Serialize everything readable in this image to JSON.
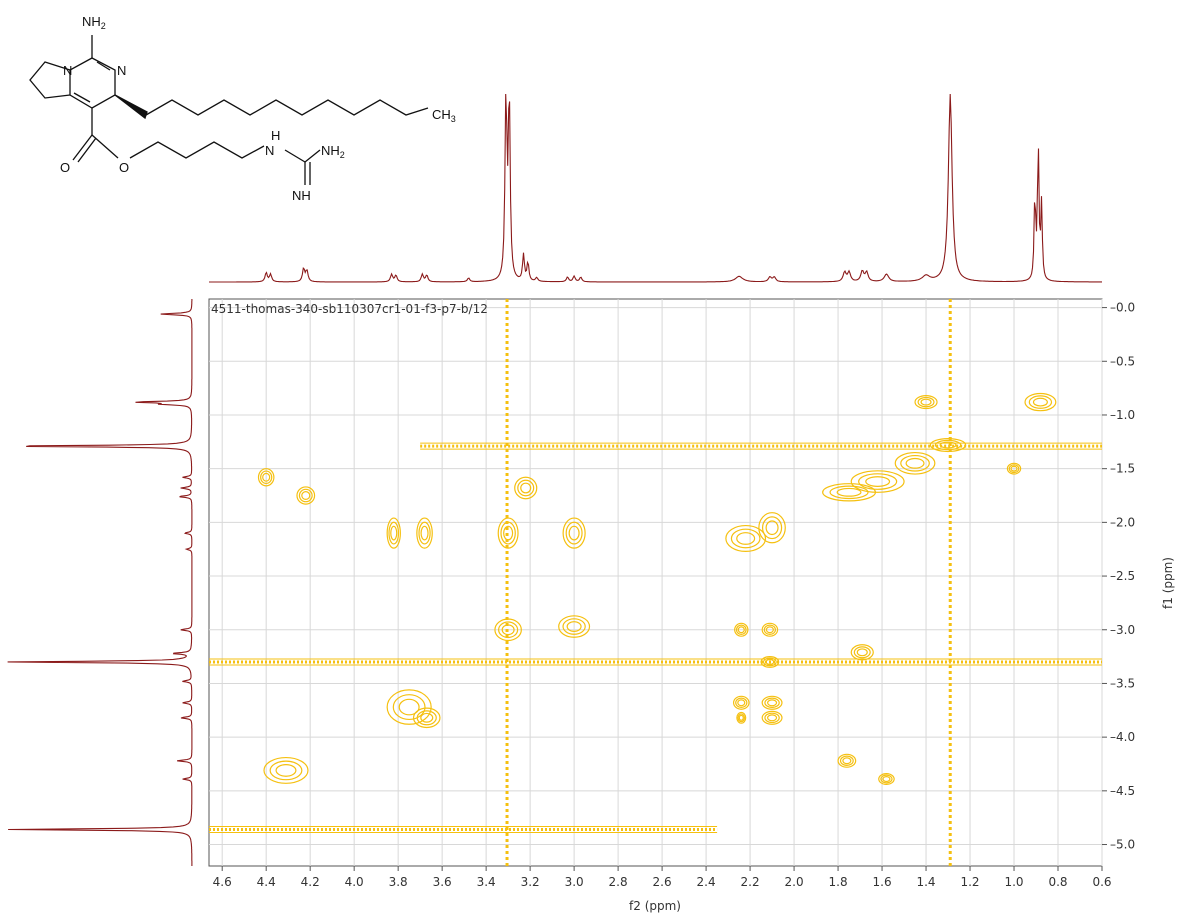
{
  "chart_data": {
    "type": "heatmap",
    "subtype": "2D NMR COSY contour plot with 1D projections",
    "sample_label": "4511-thomas-340-sb110307cr1-01-f3-p7-b/12",
    "xlabel": "f2 (ppm)",
    "ylabel": "f1 (ppm)",
    "xlim": [
      4.66,
      0.6
    ],
    "ylim": [
      5.2,
      -0.08
    ],
    "x_ticks": [
      4.6,
      4.4,
      4.2,
      4.0,
      3.8,
      3.6,
      3.4,
      3.2,
      3.0,
      2.8,
      2.6,
      2.4,
      2.2,
      2.0,
      1.8,
      1.6,
      1.4,
      1.2,
      1.0,
      0.8,
      0.6
    ],
    "x_tick_labels": [
      "4.6",
      "4.4",
      "4.2",
      "4.0",
      "3.8",
      "3.6",
      "3.4",
      "3.2",
      "3.0",
      "2.8",
      "2.6",
      "2.4",
      "2.2",
      "2.0",
      "1.8",
      "1.6",
      "1.4",
      "1.2",
      "1.0",
      "0.8",
      "0.6"
    ],
    "y_ticks": [
      0.0,
      0.5,
      1.0,
      1.5,
      2.0,
      2.5,
      3.0,
      3.5,
      4.0,
      4.5,
      5.0
    ],
    "y_tick_labels": [
      "0.0",
      "0.5",
      "1.0",
      "1.5",
      "2.0",
      "2.5",
      "3.0",
      "3.5",
      "4.0",
      "4.5",
      "5.0"
    ],
    "grid": true,
    "contour_color": "#f5c010",
    "projection_color": "#8b1a1a",
    "projection_peaks": [
      {
        "ppm": 4.4,
        "height": 0.05,
        "width": 0.006
      },
      {
        "ppm": 4.38,
        "height": 0.04,
        "width": 0.006
      },
      {
        "ppm": 4.23,
        "height": 0.07,
        "width": 0.006
      },
      {
        "ppm": 4.215,
        "height": 0.06,
        "width": 0.006
      },
      {
        "ppm": 3.83,
        "height": 0.04,
        "width": 0.006
      },
      {
        "ppm": 3.81,
        "height": 0.035,
        "width": 0.006
      },
      {
        "ppm": 3.69,
        "height": 0.04,
        "width": 0.006
      },
      {
        "ppm": 3.67,
        "height": 0.035,
        "width": 0.006
      },
      {
        "ppm": 3.48,
        "height": 0.02,
        "width": 0.006
      },
      {
        "ppm": 3.31,
        "height": 1.0,
        "width": 0.005
      },
      {
        "ppm": 3.295,
        "height": 1.0,
        "width": 0.005
      },
      {
        "ppm": 3.23,
        "height": 0.14,
        "width": 0.005
      },
      {
        "ppm": 3.21,
        "height": 0.1,
        "width": 0.005
      },
      {
        "ppm": 3.17,
        "height": 0.02,
        "width": 0.006
      },
      {
        "ppm": 3.03,
        "height": 0.025,
        "width": 0.006
      },
      {
        "ppm": 3.0,
        "height": 0.03,
        "width": 0.006
      },
      {
        "ppm": 2.97,
        "height": 0.025,
        "width": 0.006
      },
      {
        "ppm": 2.25,
        "height": 0.03,
        "width": 0.02
      },
      {
        "ppm": 2.11,
        "height": 0.025,
        "width": 0.008
      },
      {
        "ppm": 2.09,
        "height": 0.025,
        "width": 0.008
      },
      {
        "ppm": 1.77,
        "height": 0.05,
        "width": 0.008
      },
      {
        "ppm": 1.75,
        "height": 0.05,
        "width": 0.008
      },
      {
        "ppm": 1.69,
        "height": 0.055,
        "width": 0.008
      },
      {
        "ppm": 1.67,
        "height": 0.05,
        "width": 0.008
      },
      {
        "ppm": 1.58,
        "height": 0.04,
        "width": 0.012
      },
      {
        "ppm": 1.4,
        "height": 0.03,
        "width": 0.02
      },
      {
        "ppm": 1.29,
        "height": 1.0,
        "width": 0.01
      },
      {
        "ppm": 0.905,
        "height": 0.45,
        "width": 0.004
      },
      {
        "ppm": 0.89,
        "height": 0.72,
        "width": 0.004
      },
      {
        "ppm": 0.875,
        "height": 0.4,
        "width": 0.004
      }
    ],
    "left_projection_peaks": [
      {
        "ppm": 0.06,
        "height": 0.17
      },
      {
        "ppm": 0.88,
        "height": 0.3
      },
      {
        "ppm": 0.9,
        "height": 0.14
      },
      {
        "ppm": 1.29,
        "height": 1.0
      },
      {
        "ppm": 1.58,
        "height": 0.05
      },
      {
        "ppm": 1.68,
        "height": 0.06
      },
      {
        "ppm": 1.76,
        "height": 0.07
      },
      {
        "ppm": 2.1,
        "height": 0.04
      },
      {
        "ppm": 2.25,
        "height": 0.03
      },
      {
        "ppm": 3.0,
        "height": 0.06
      },
      {
        "ppm": 3.22,
        "height": 0.1
      },
      {
        "ppm": 3.3,
        "height": 1.0
      },
      {
        "ppm": 3.48,
        "height": 0.05
      },
      {
        "ppm": 3.68,
        "height": 0.05
      },
      {
        "ppm": 3.82,
        "height": 0.06
      },
      {
        "ppm": 4.22,
        "height": 0.08
      },
      {
        "ppm": 4.39,
        "height": 0.05
      },
      {
        "ppm": 4.86,
        "height": 0.99
      }
    ],
    "cross_peaks": [
      {
        "x": 4.4,
        "y": 1.58,
        "rx": 0.035,
        "ry": 0.08
      },
      {
        "x": 4.22,
        "y": 1.75,
        "rx": 0.04,
        "ry": 0.08
      },
      {
        "x": 3.82,
        "y": 2.1,
        "rx": 0.03,
        "ry": 0.14
      },
      {
        "x": 3.68,
        "y": 2.1,
        "rx": 0.035,
        "ry": 0.14
      },
      {
        "x": 3.3,
        "y": 2.1,
        "rx": 0.045,
        "ry": 0.14
      },
      {
        "x": 3.22,
        "y": 1.68,
        "rx": 0.05,
        "ry": 0.1
      },
      {
        "x": 3.0,
        "y": 2.1,
        "rx": 0.05,
        "ry": 0.14
      },
      {
        "x": 2.22,
        "y": 2.15,
        "rx": 0.09,
        "ry": 0.12
      },
      {
        "x": 2.1,
        "y": 2.05,
        "rx": 0.06,
        "ry": 0.14
      },
      {
        "x": 3.3,
        "y": 3.0,
        "rx": 0.06,
        "ry": 0.1
      },
      {
        "x": 3.0,
        "y": 2.97,
        "rx": 0.07,
        "ry": 0.1
      },
      {
        "x": 2.24,
        "y": 3.0,
        "rx": 0.03,
        "ry": 0.06
      },
      {
        "x": 2.11,
        "y": 3.0,
        "rx": 0.035,
        "ry": 0.06
      },
      {
        "x": 2.24,
        "y": 3.68,
        "rx": 0.035,
        "ry": 0.06
      },
      {
        "x": 2.24,
        "y": 3.82,
        "rx": 0.02,
        "ry": 0.05
      },
      {
        "x": 2.1,
        "y": 3.68,
        "rx": 0.045,
        "ry": 0.06
      },
      {
        "x": 2.1,
        "y": 3.82,
        "rx": 0.045,
        "ry": 0.06
      },
      {
        "x": 2.11,
        "y": 3.3,
        "rx": 0.04,
        "ry": 0.05
      },
      {
        "x": 1.69,
        "y": 3.21,
        "rx": 0.05,
        "ry": 0.07
      },
      {
        "x": 1.76,
        "y": 4.22,
        "rx": 0.04,
        "ry": 0.06
      },
      {
        "x": 1.58,
        "y": 4.39,
        "rx": 0.035,
        "ry": 0.05
      },
      {
        "x": 3.75,
        "y": 3.72,
        "rx": 0.1,
        "ry": 0.16
      },
      {
        "x": 3.67,
        "y": 3.82,
        "rx": 0.06,
        "ry": 0.09
      },
      {
        "x": 4.31,
        "y": 4.31,
        "rx": 0.1,
        "ry": 0.12
      },
      {
        "x": 1.4,
        "y": 0.88,
        "rx": 0.05,
        "ry": 0.06
      },
      {
        "x": 0.88,
        "y": 0.88,
        "rx": 0.07,
        "ry": 0.08
      },
      {
        "x": 1.3,
        "y": 1.28,
        "rx": 0.08,
        "ry": 0.06
      },
      {
        "x": 1.62,
        "y": 1.62,
        "rx": 0.12,
        "ry": 0.1
      },
      {
        "x": 1.75,
        "y": 1.72,
        "rx": 0.12,
        "ry": 0.08
      },
      {
        "x": 1.45,
        "y": 1.45,
        "rx": 0.09,
        "ry": 0.1
      },
      {
        "x": 1.0,
        "y": 1.5,
        "rx": 0.03,
        "ry": 0.05
      }
    ],
    "solvent_ridges": [
      {
        "orientation": "horizontal",
        "ppm": 3.3,
        "from": 4.66,
        "to": 0.6
      },
      {
        "orientation": "horizontal",
        "ppm": 1.29,
        "from": 3.7,
        "to": 0.6
      },
      {
        "orientation": "horizontal",
        "ppm": 4.86,
        "from": 4.66,
        "to": 2.35
      },
      {
        "orientation": "vertical",
        "ppm": 3.305,
        "from": -0.08,
        "to": 5.2
      },
      {
        "orientation": "vertical",
        "ppm": 1.29,
        "from": -0.08,
        "to": 5.2
      }
    ]
  },
  "structure": {
    "labels": {
      "nh2_top": "NH",
      "nh2_top_sub": "2",
      "n_ring": "N",
      "n_eq": "N",
      "ch3": "CH",
      "ch3_sub": "3",
      "o_carbonyl": "O",
      "o_ester": "O",
      "h_guan": "H",
      "n_guan": "N",
      "nh2_guan": "NH",
      "nh2_guan_sub": "2",
      "nh_guan": "NH"
    }
  }
}
